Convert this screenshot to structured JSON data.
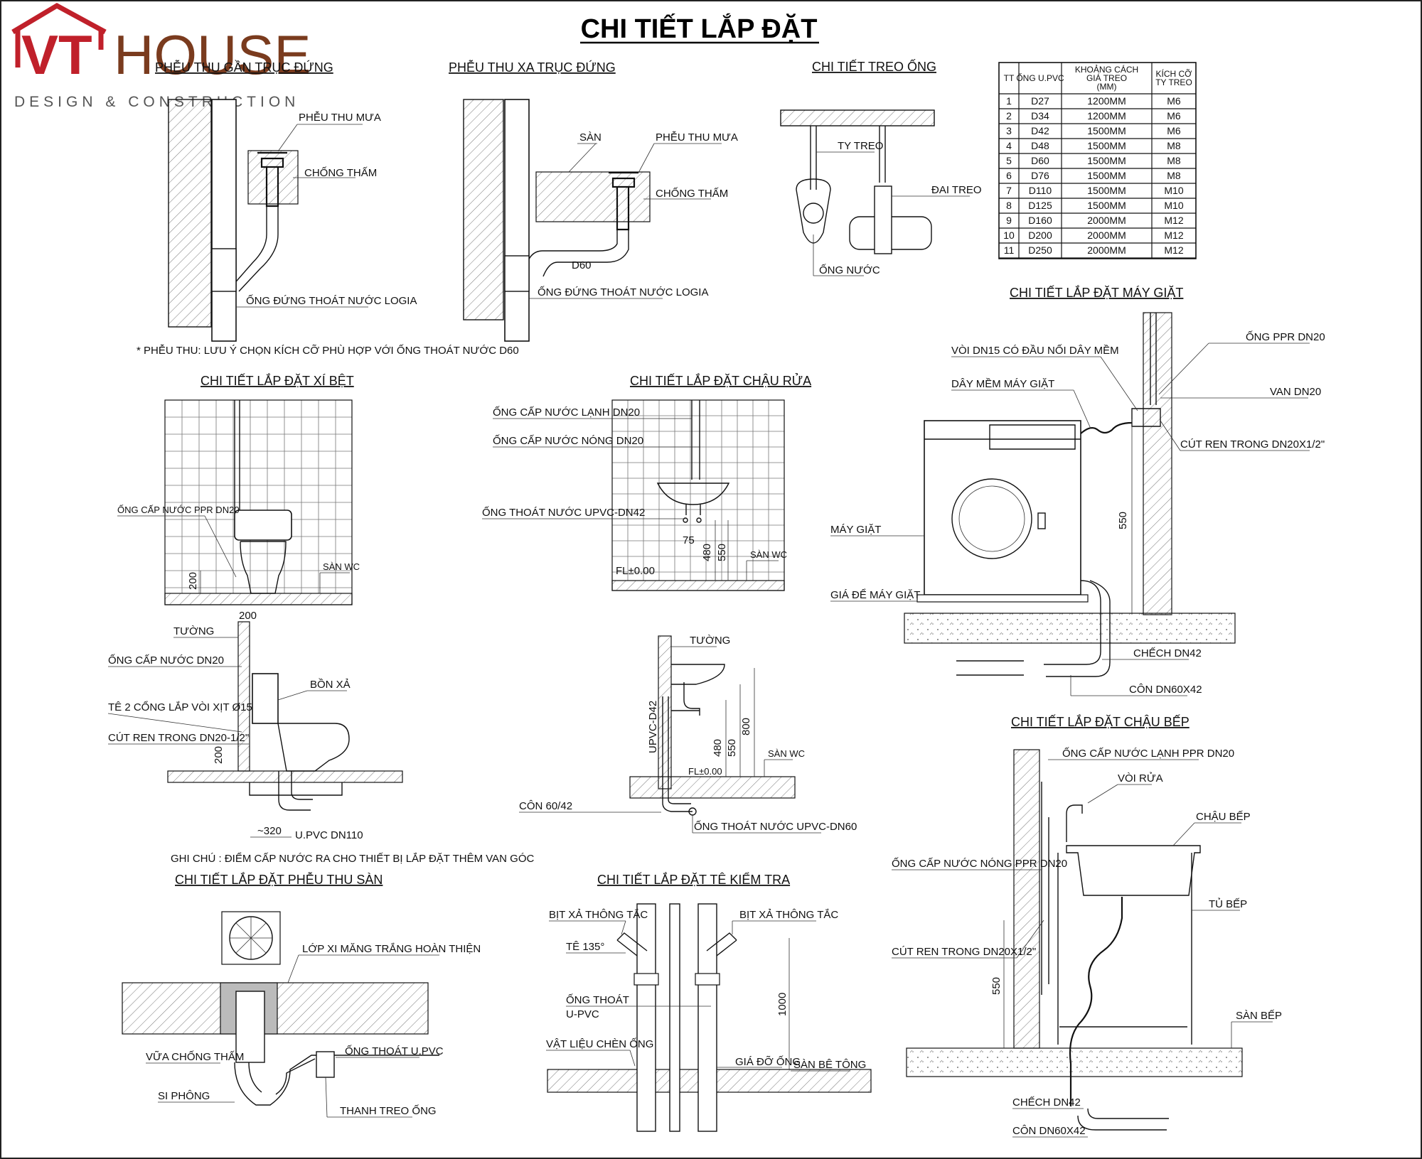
{
  "page_title": "CHI TIẾT LẮP ĐẶT",
  "logo": {
    "brand_vt": "VT",
    "brand_house": "HOUSE",
    "tagline": "DESIGN & CONSTRUCTION",
    "colors": {
      "red": "#c0202a",
      "brown": "#7a3b1e"
    }
  },
  "sections": {
    "funnel_near": {
      "title": "PHỄU THU GẦN TRỤC ĐỨNG",
      "labels": [
        "PHỄU THU MƯA",
        "CHỐNG THẤM",
        "ỐNG ĐỨNG THOÁT NƯỚC LOGIA"
      ],
      "note": "* PHỄU THU: LƯU Ý CHỌN KÍCH CỠ PHÙ HỢP VỚI ỐNG THOÁT NƯỚC D60"
    },
    "funnel_far": {
      "title": "PHỄU THU XA TRỤC ĐỨNG",
      "labels": [
        "SÀN",
        "PHỄU THU MƯA",
        "CHỐNG THẤM",
        "D60",
        "ỐNG ĐỨNG THOÁT NƯỚC LOGIA"
      ]
    },
    "pipe_hanger": {
      "title": "CHI TIẾT TREO ỐNG",
      "labels": [
        "TY TREO",
        "ĐAI TREO",
        "ỐNG NƯỚC"
      ]
    },
    "hanger_table": {
      "headers": [
        "TT",
        "ỐNG U.PVC",
        "KHOẢNG CÁCH GIÁ TREO (MM)",
        "KÍCH CỠ TY TREO"
      ],
      "rows": [
        [
          "1",
          "D27",
          "1200MM",
          "M6"
        ],
        [
          "2",
          "D34",
          "1200MM",
          "M6"
        ],
        [
          "3",
          "D42",
          "1500MM",
          "M6"
        ],
        [
          "4",
          "D48",
          "1500MM",
          "M8"
        ],
        [
          "5",
          "D60",
          "1500MM",
          "M8"
        ],
        [
          "6",
          "D76",
          "1500MM",
          "M8"
        ],
        [
          "7",
          "D110",
          "1500MM",
          "M10"
        ],
        [
          "8",
          "D125",
          "1500MM",
          "M10"
        ],
        [
          "9",
          "D160",
          "2000MM",
          "M12"
        ],
        [
          "10",
          "D200",
          "2000MM",
          "M12"
        ],
        [
          "11",
          "D250",
          "2000MM",
          "M12"
        ]
      ]
    },
    "toilet": {
      "title": "CHI TIẾT LẮP ĐẶT XÍ BỆT",
      "labels": [
        "ỐNG CẤP NƯỚC PPR DN20",
        "SÀN WC",
        "200",
        "200",
        "TƯỜNG",
        "ỐNG CẤP NƯỚC DN20",
        "BỒN XẢ",
        "TÊ 2 CỔNG LẮP VÒI XỊT Ø15",
        "CÚT REN TRONG DN20-1/2\"",
        "200",
        "~320",
        "U.PVC DN110"
      ],
      "note": "GHI CHÚ : ĐIỂM CẤP NƯỚC RA CHO THIẾT BỊ LẮP ĐẶT THÊM VAN GÓC"
    },
    "basin": {
      "title": "CHI TIẾT LẮP ĐẶT CHẬU RỬA",
      "labels": [
        "ỐNG CẤP NƯỚC LẠNH DN20",
        "ỐNG CẤP NƯỚC NÓNG DN20",
        "ỐNG THOÁT NƯỚC UPVC-DN42",
        "75",
        "480",
        "550",
        "SÀN WC",
        "FL±0.00"
      ]
    },
    "basin_side": {
      "labels": [
        "TƯỜNG",
        "UPVC-D42",
        "480",
        "550",
        "800",
        "SÀN WC",
        "FL±0.00",
        "CÔN 60/42",
        "ỐNG THOÁT NƯỚC UPVC-DN60"
      ]
    },
    "washer": {
      "title": "CHI TIẾT LẮP ĐẶT  MÁY GIẶT",
      "labels": [
        "VÒI DN15 CÓ ĐẦU NỐI DÂY MỀM",
        "ỐNG PPR DN20",
        "DÂY MỀM MÁY GIẶT",
        "VAN DN20",
        "CÚT REN TRONG DN20X1/2\"",
        "550",
        "MÁY GIẶT",
        "GIÁ ĐỂ MÁY GIẶT",
        "CHẾCH DN42",
        "CÔN DN60X42"
      ]
    },
    "floor_drain": {
      "title": "CHI TIẾT LẮP ĐẶT PHỄU THU SÀN",
      "labels": [
        "LỚP XI MĂNG TRẮNG HOÀN THIỆN",
        "VỮA CHỐNG THẤM",
        "ỐNG THOÁT U.PVC",
        "SI PHÔNG",
        "THANH TREO ỐNG"
      ]
    },
    "cleanout": {
      "title": "CHI TIẾT LẮP ĐẶT TÊ KIỂM TRA",
      "labels": [
        "BỊT XẢ THÔNG TẮC",
        "BỊT XẢ THÔNG TẮC",
        "TÊ 135°",
        "ỐNG THOÁT",
        "U-PVC",
        "1000",
        "VẬT LIỆU CHÈN ỐNG",
        "GIÁ ĐỠ ỐNG",
        "SÀN BÊ TÔNG"
      ]
    },
    "kitchen_sink": {
      "title": "CHI TIẾT LẮP ĐẶT  CHẬU BẾP",
      "labels": [
        "ỐNG CẤP NƯỚC LẠNH PPR DN20",
        "VÒI RỬA",
        "CHẬU BẾP",
        "ỐNG CẤP NƯỚC NÓNG PPR DN20",
        "TỦ BẾP",
        "CÚT REN TRONG DN20X1/2\"",
        "550",
        "SÀN BẾP",
        "CHẾCH DN42",
        "CÔN DN60X42"
      ]
    }
  }
}
